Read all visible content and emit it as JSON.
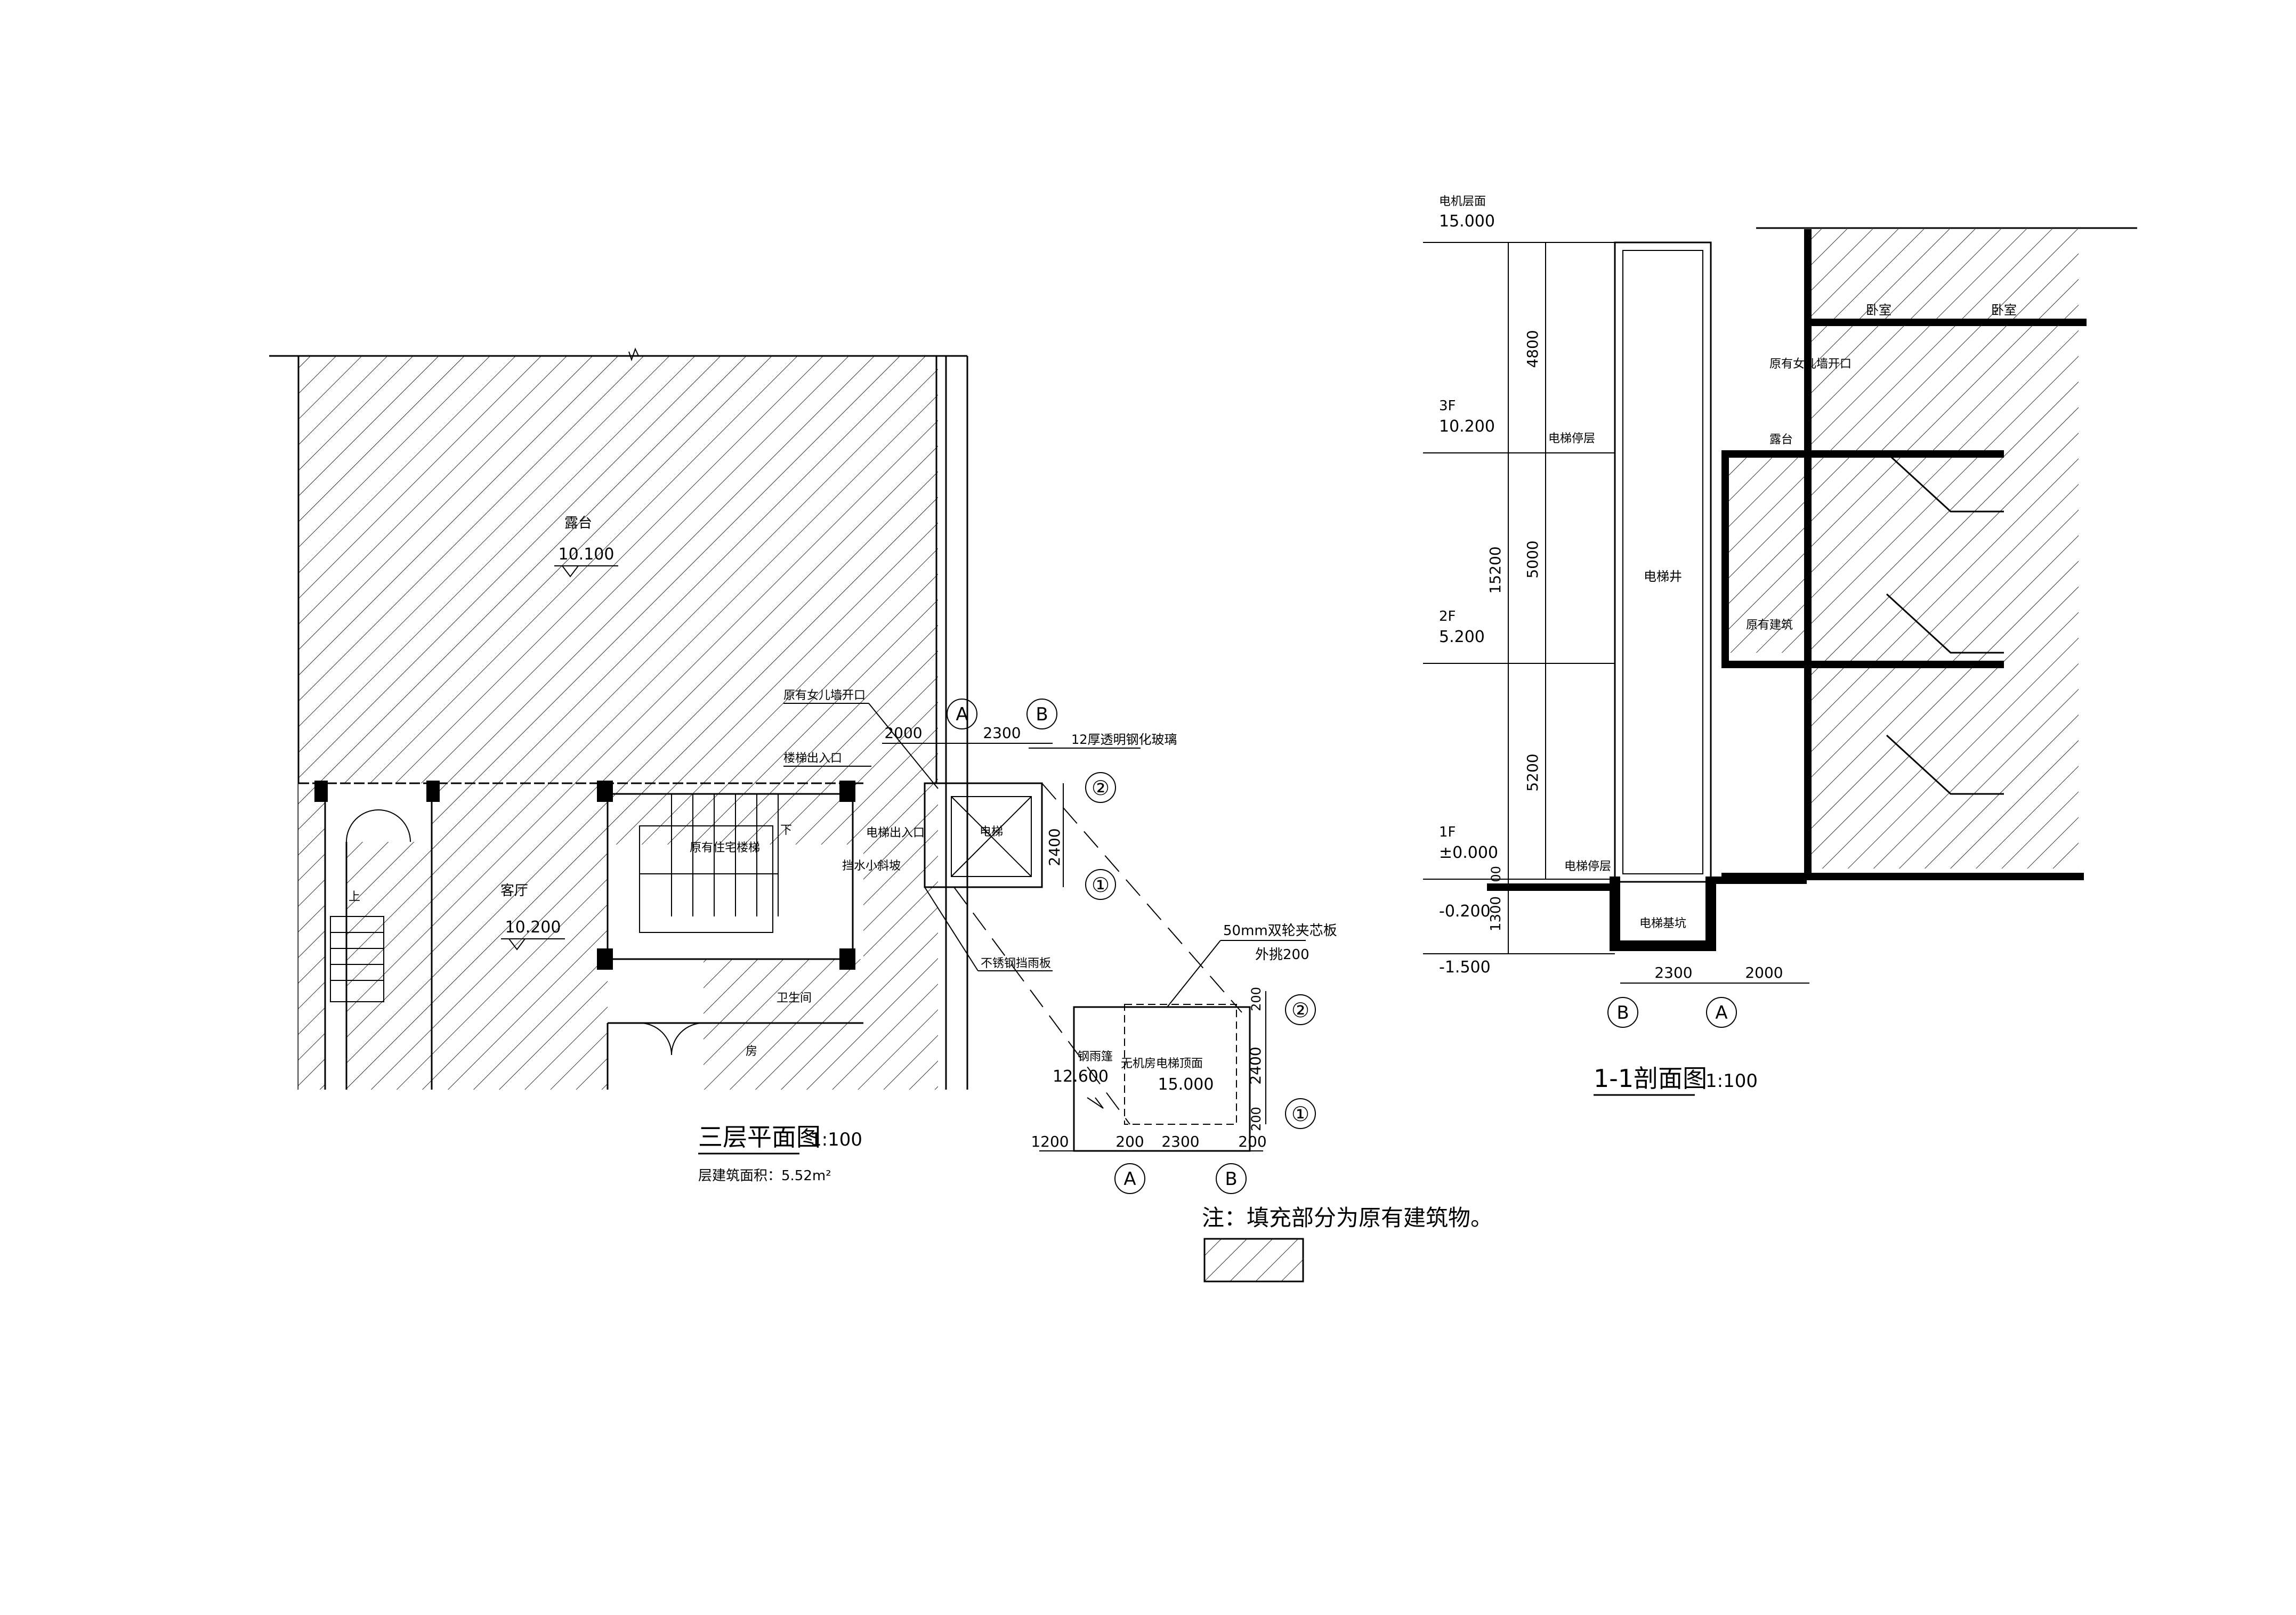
{
  "plan": {
    "title": "三层平面图",
    "scale": "1:100",
    "area_note": "层建筑面积：5.52m²",
    "room_labels": {
      "terrace": "露台",
      "terrace_elev": "10.100",
      "living": "客厅",
      "living_elev": "10.200",
      "stair": "原有住宅楼梯",
      "toilet": "卫生间",
      "room": "房",
      "elevator": "电梯",
      "up": "上",
      "down": "下"
    },
    "callouts": {
      "parapet": "原有女儿墙开口",
      "stair_exit": "楼梯出入口",
      "glass": "12厚透明钢化玻璃",
      "elev_exit": "电梯出入口",
      "ramp": "挡水小斜坡",
      "canopy": "不锈钢挡雨板"
    },
    "dims": {
      "d2000": "2000",
      "d2300": "2300",
      "d2400": "2400"
    },
    "axes": {
      "a": "A",
      "b": "B",
      "n1": "①",
      "n2": "②"
    }
  },
  "roof": {
    "callout": "50mm双轮夹芯板",
    "callout2": "外挑200",
    "rain_cover": "钢雨篷",
    "rain_elev": "12.600",
    "machine_room": "无机房电梯顶面",
    "machine_elev": "15.000",
    "dims": {
      "d1200": "1200",
      "d200": "200",
      "d2300": "2300",
      "d2400": "2400"
    }
  },
  "section": {
    "title": "1-1剖面图",
    "scale": "1:100",
    "levels": {
      "roof_label": "电机层面",
      "roof_elev": "15.000",
      "f3": "3F",
      "f3_elev": "10.200",
      "f2": "2F",
      "f2_elev": "5.200",
      "f1": "1F",
      "f1_elev": "±0.000",
      "m200": "-0.200",
      "m1500": "-1.500"
    },
    "dims": {
      "d4800": "4800",
      "d5000": "5000",
      "d5200": "5200",
      "d15200": "15200",
      "d1300": "1300",
      "d200": "200",
      "d2300": "2300",
      "d2000": "2000"
    },
    "labels": {
      "bedroom": "卧室",
      "parapet": "原有女儿墙开口",
      "terrace": "露台",
      "stop": "电梯停层",
      "shaft": "电梯井",
      "existing": "原有建筑",
      "pit": "电梯基坑"
    }
  },
  "note": {
    "text": "注：填充部分为原有建筑物。"
  }
}
